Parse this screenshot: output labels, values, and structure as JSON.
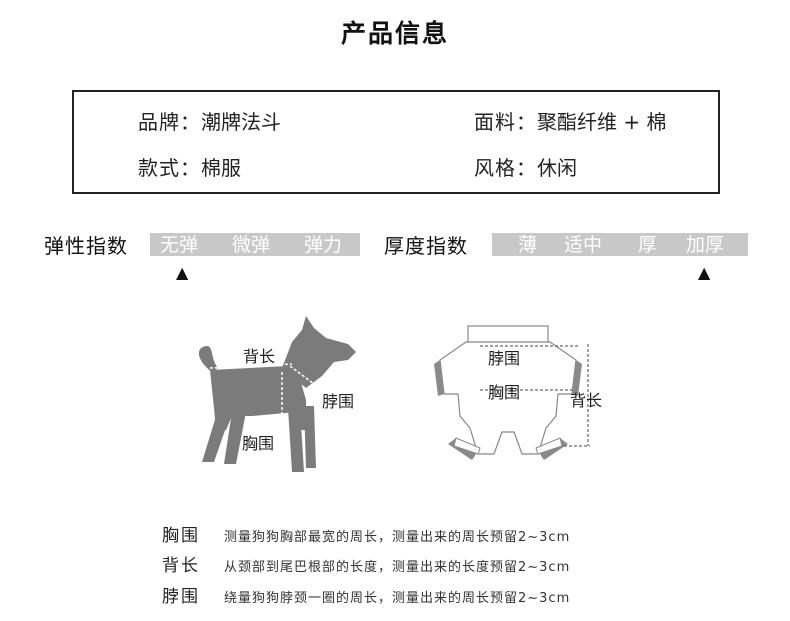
{
  "title": "产品信息",
  "info": {
    "brand_label": "品牌：",
    "brand_value": "潮牌法斗",
    "material_label": "面料：",
    "material_value": "聚酯纤维 + 棉",
    "style_label": "款式：",
    "style_value": "棉服",
    "fashion_label": "风格：",
    "fashion_value": "休闲"
  },
  "elasticity": {
    "label": "弹性指数",
    "options": [
      "无弹",
      "微弹",
      "弹力"
    ],
    "selected_index": 0
  },
  "thickness": {
    "label": "厚度指数",
    "options": [
      "薄",
      "适中",
      "厚",
      "加厚"
    ],
    "selected_index": 3
  },
  "marker_glyph": "▲",
  "dog_figure": {
    "back_length": "背长",
    "neck": "脖围",
    "chest": "胸围"
  },
  "garment_figure": {
    "neck": "脖围",
    "chest": "胸围",
    "back_length": "背长"
  },
  "measurements": [
    {
      "term": "胸围",
      "description": "测量狗狗胸部最宽的周长，测量出来的周长预留2~3cm"
    },
    {
      "term": "背长",
      "description": "从颈部到尾巴根部的长度，测量出来的长度预留2~3cm"
    },
    {
      "term": "脖围",
      "description": "绕量狗狗脖颈一圈的周长，测量出来的周长预留2~3cm"
    }
  ],
  "colors": {
    "scale_bar": "#c8c8c8",
    "dog_fill": "#7b7b7b",
    "garment_trim": "#8a8a8a",
    "border": "#222222"
  }
}
